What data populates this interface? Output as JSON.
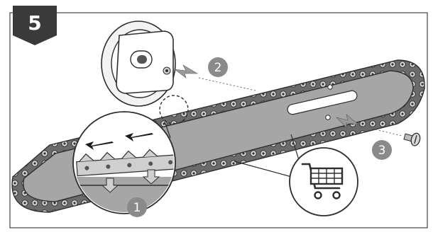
{
  "step": {
    "number": "5"
  },
  "callouts": [
    {
      "number": "1"
    },
    {
      "number": "2"
    },
    {
      "number": "3"
    }
  ],
  "icons": [
    "flange-clamp-icon",
    "screw-icon",
    "shopping-cart-icon",
    "arrow-icon"
  ],
  "colors": {
    "step_badge": "#3a3a3a",
    "callout_badge": "#8a8a8a",
    "bar_fill": "#a6a6a6",
    "chain": "#4a4a4a",
    "outline": "#333333"
  }
}
